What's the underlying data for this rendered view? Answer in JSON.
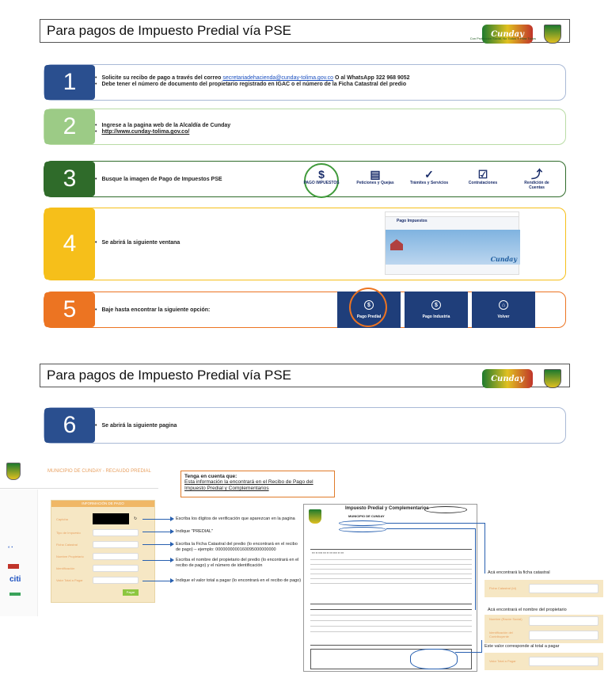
{
  "page1": {
    "title": "Para pagos de Impuesto Predial vía PSE",
    "logo_text": "Cunday",
    "logo_sub": "Con Protección Social, No Todos Y Para Todos"
  },
  "steps": [
    {
      "num": "1",
      "color": "#2a4f8f",
      "lines": [
        "Solicite su recibo de pago a través del correo",
        "secretariadehacienda@cunday-tolima.gov.co",
        "O al WhatsApp 322 968 9052",
        "Debe tener el número de documento del propietario registrado en IGAC o el número de la Ficha Catastral del predio"
      ]
    },
    {
      "num": "2",
      "color": "#9ccb86",
      "lines": [
        "Ingrese a la pagina web de la Alcaldía de Cunday",
        "http://www.cunday-tolima.gov.co/"
      ]
    },
    {
      "num": "3",
      "color": "#2f6b2a",
      "lines": [
        "Busque la imagen de Pago de Impuestos PSE"
      ]
    },
    {
      "num": "4",
      "color": "#f6bf1a",
      "lines": [
        "Se abrirá la siguiente ventana"
      ]
    },
    {
      "num": "5",
      "color": "#ec7422",
      "lines": [
        "Baje hasta encontrar la siguiente opción:"
      ]
    }
  ],
  "step3_icons": [
    {
      "glyph": "$",
      "label": "PAGO IMPUESTOS"
    },
    {
      "glyph": "▤",
      "label": "Peticiones y Quejas"
    },
    {
      "glyph": "✓",
      "label": "Trámites y Servicios"
    },
    {
      "glyph": "☑",
      "label": "Contrataciones"
    },
    {
      "glyph": "⤴",
      "label": "Rendición de Cuentas"
    }
  ],
  "step4_shot": {
    "heading": "Pago Impuestos",
    "brand": "Cunday"
  },
  "step5_tiles": [
    {
      "glyph": "$",
      "label": "Pago Predial"
    },
    {
      "glyph": "$",
      "label": "Pago Industria"
    },
    {
      "glyph": "⌂",
      "label": "Volver"
    }
  ],
  "page2": {
    "title": "Para pagos de Impuesto Predial vía PSE",
    "logo_text": "Cunday"
  },
  "step6": {
    "num": "6",
    "color": "#2a4f8f",
    "text": "Se abrirá la siguiente pagina"
  },
  "portal": {
    "header": "MUNICIPIO DE CUNDAY - RECAUDO PREDIAL",
    "panel_title": "INFORMACIÓN DE PAGO",
    "fields": [
      "Captcha",
      "Tipo de Impuesto",
      "Ficha Catastral",
      "Nombre Propietario",
      "Identificación",
      "Valor Total a Pagar"
    ],
    "button": "Pagar"
  },
  "instructions": [
    "Escriba los dígitos de verificación que aparezcan en la pagina",
    "Indique \"PREDIAL\"",
    "Escriba la Ficha Catastral del predio (lo encontrará en el recibo de pago) – ejemplo: 0000000000160095000000000",
    "Escriba el nombre del propietario del predio (lo encontrará en el recibo de pago) y el número de identificación",
    "Indique el valor total a pagar (lo encontrará en el recibo de pago)"
  ],
  "note": {
    "title": "Tenga en cuenta que:",
    "body": "Esta información la encontrará en el Recibo de Pago del Impuesto Predial y Complementarios"
  },
  "receipt": {
    "title": "Impuesto Predial y Complementarios",
    "municipio": "MUNICIPIO DE CUNDAY"
  },
  "callouts": [
    "Acá encontrará la ficha catastral",
    "Acá encontrará el nombre del propietario",
    "Este valor corresponde al total a pagar"
  ],
  "mini_form": {
    "ficha": "Ficha Catastral (Id)",
    "nombre": "Nombre (Razón Social)",
    "ident": "Identificación del Contribuyente",
    "valor": "Valor Total a Pagar"
  }
}
